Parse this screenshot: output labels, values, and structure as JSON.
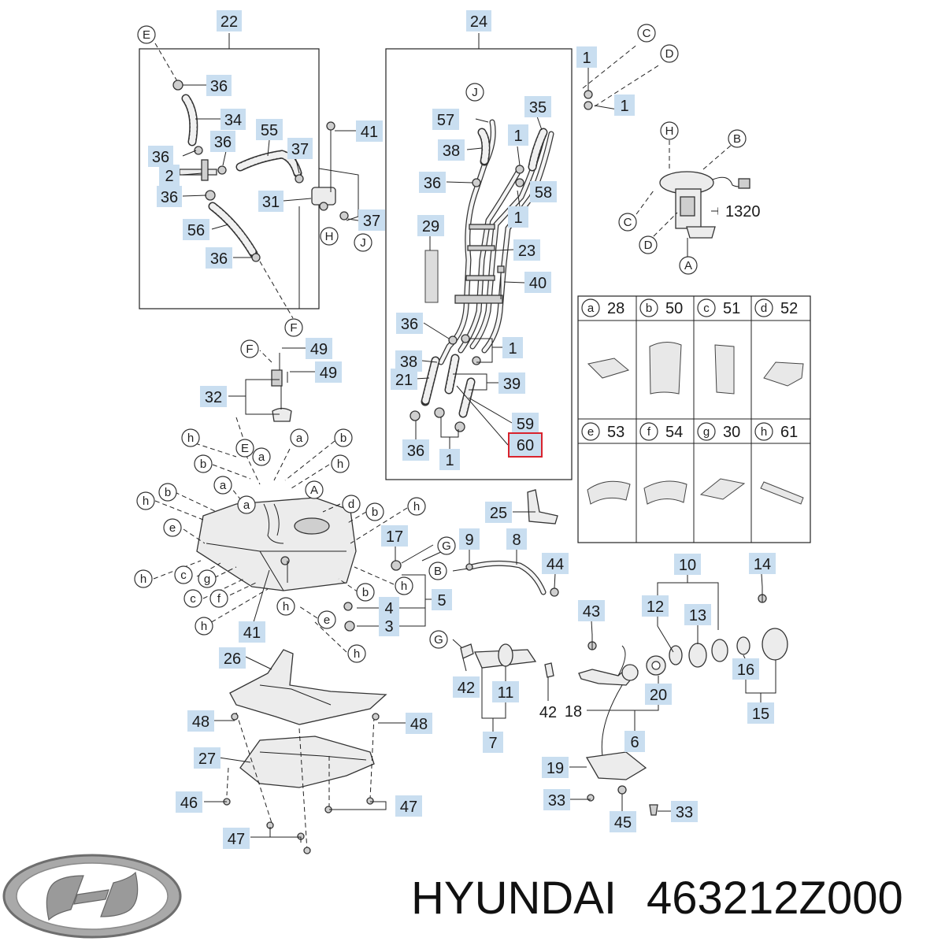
{
  "brand": {
    "logo_icon": "hyundai-logo-icon",
    "name": "HYUNDAI",
    "part_number": "463212Z000"
  },
  "highlight_color": "#d9232d",
  "callout_color": "#c9def0",
  "callouts": {
    "c22": "22",
    "c24": "24",
    "c36a": "36",
    "c34": "34",
    "c36b": "36",
    "c36c": "36",
    "c2": "2",
    "c36d": "36",
    "c55": "55",
    "c37a": "37",
    "c41a": "41",
    "c31": "31",
    "c37b": "37",
    "c56": "56",
    "c36e": "36",
    "c1a": "1",
    "c1b": "1",
    "c57": "57",
    "c35": "35",
    "c38a": "38",
    "c1c": "1",
    "c36f": "36",
    "c58": "58",
    "c1d": "1",
    "c1320": "1320",
    "c29": "29",
    "c23": "23",
    "c40": "40",
    "c36g": "36",
    "c1e": "1",
    "c38b": "38",
    "c21": "21",
    "c39": "39",
    "c59": "59",
    "c36h": "36",
    "c60": "60",
    "c1f": "1",
    "c49a": "49",
    "c49b": "49",
    "c32": "32",
    "c25": "25",
    "c17": "17",
    "c9": "9",
    "c8": "8",
    "c44": "44",
    "c10": "10",
    "c14": "14",
    "c43": "43",
    "c12": "12",
    "c13": "13",
    "c4": "4",
    "c5": "5",
    "c3": "3",
    "c41b": "41",
    "c26": "26",
    "c42a": "42",
    "c11": "11",
    "c42b": "42",
    "c18": "18",
    "c20": "20",
    "c16": "16",
    "c15": "15",
    "c7": "7",
    "c6": "6",
    "c48a": "48",
    "c48b": "48",
    "c27": "27",
    "c19": "19",
    "c46": "46",
    "c47a": "47",
    "c33a": "33",
    "c33b": "33",
    "c45": "45",
    "c47b": "47"
  },
  "connector_letters": {
    "E1": "E",
    "C1": "C",
    "D1": "D",
    "H1": "H",
    "B1": "B",
    "C2": "C",
    "D2": "D",
    "A1": "A",
    "J1": "J",
    "H2": "H",
    "J2": "J",
    "F1": "F",
    "F2": "F",
    "E2": "E",
    "A2": "A",
    "G1": "G",
    "B2": "B",
    "G2": "G"
  },
  "tank_letters": {
    "h1": "h",
    "a1": "a",
    "b1": "b",
    "b2": "b",
    "a2": "a",
    "h2": "h",
    "a3": "a",
    "h3": "h",
    "b3": "b",
    "a4": "a",
    "d1": "d",
    "h4": "h",
    "b4": "b",
    "e1": "e",
    "h5": "h",
    "c1": "c",
    "g1": "g",
    "h6": "h",
    "c2": "c",
    "f1": "f",
    "b5": "b",
    "h7": "h",
    "h8": "h",
    "e2": "e",
    "h9": "h"
  },
  "legend": {
    "row1": [
      {
        "letter": "a",
        "number": "28"
      },
      {
        "letter": "b",
        "number": "50"
      },
      {
        "letter": "c",
        "number": "51"
      },
      {
        "letter": "d",
        "number": "52"
      }
    ],
    "row2": [
      {
        "letter": "e",
        "number": "53"
      },
      {
        "letter": "f",
        "number": "54"
      },
      {
        "letter": "g",
        "number": "30"
      },
      {
        "letter": "h",
        "number": "61"
      }
    ]
  }
}
